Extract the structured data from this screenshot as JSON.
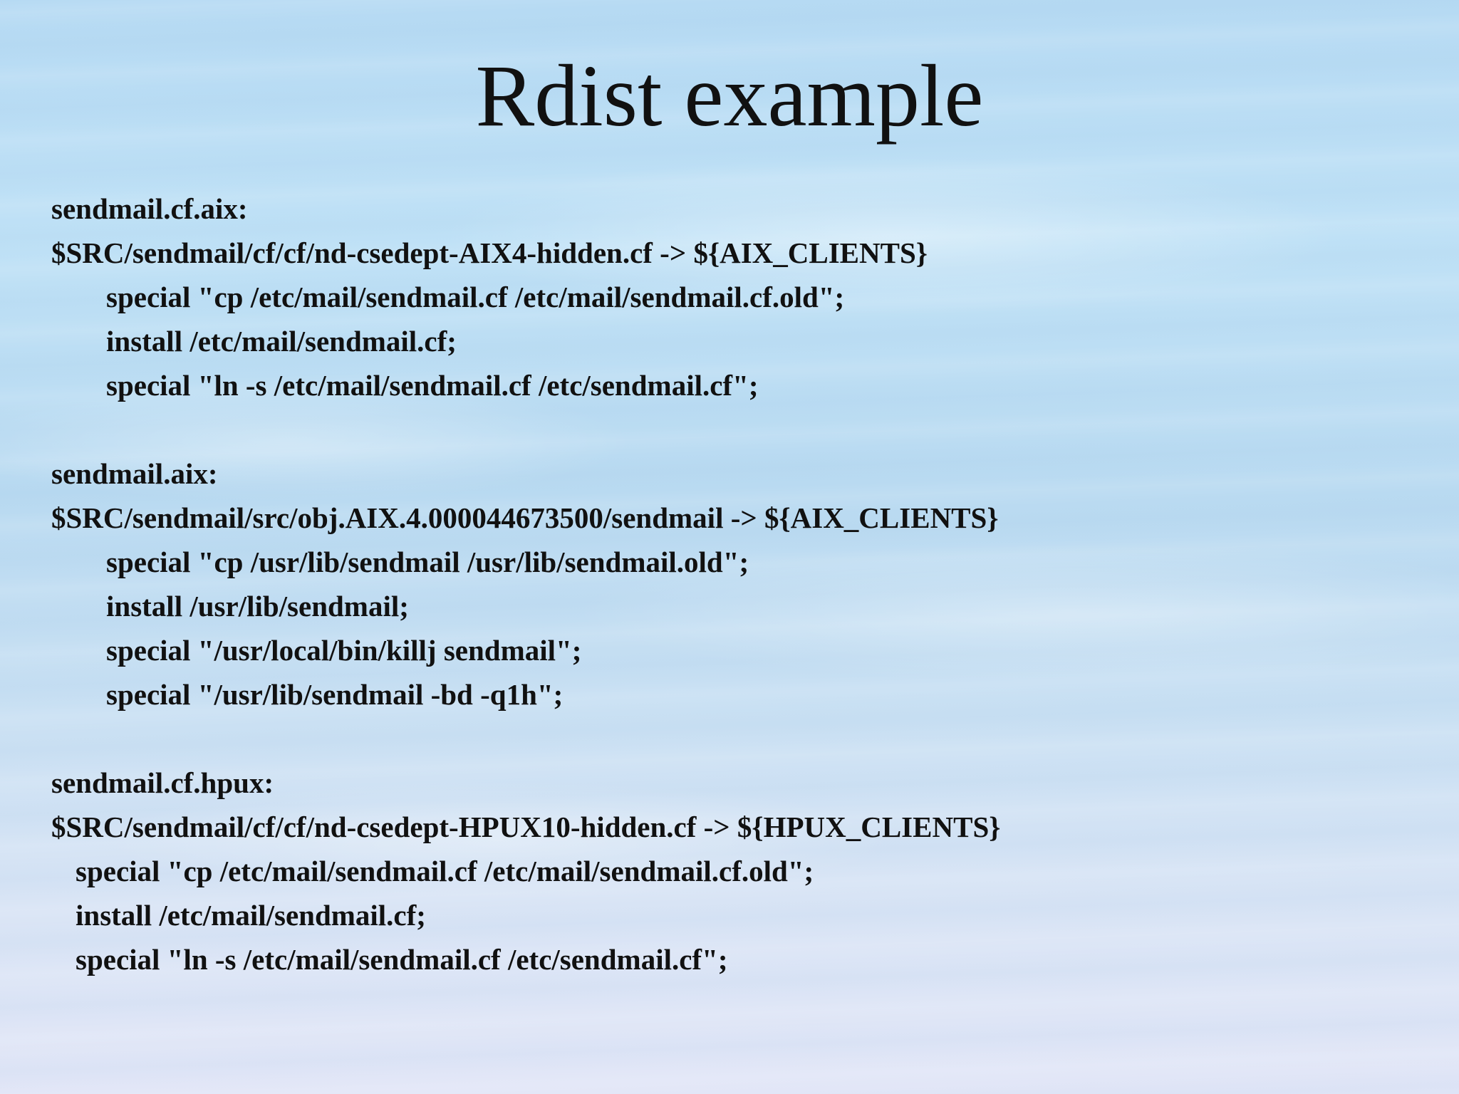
{
  "slide": {
    "title": "Rdist example",
    "blocks": [
      {
        "target": "sendmail.cf.aix:",
        "source": "$SRC/sendmail/cf/cf/nd-csedept-AIX4-hidden.cf -> ${AIX_CLIENTS}",
        "commands": [
          "special \"cp /etc/mail/sendmail.cf /etc/mail/sendmail.cf.old\";",
          "install /etc/mail/sendmail.cf;",
          "special \"ln -s /etc/mail/sendmail.cf /etc/sendmail.cf\";"
        ]
      },
      {
        "target": "sendmail.aix:",
        "source": "$SRC/sendmail/src/obj.AIX.4.000044673500/sendmail -> ${AIX_CLIENTS}",
        "commands": [
          "special \"cp /usr/lib/sendmail /usr/lib/sendmail.old\";",
          "install /usr/lib/sendmail;",
          "special \"/usr/local/bin/killj sendmail\";",
          "special \"/usr/lib/sendmail -bd -q1h\";"
        ]
      },
      {
        "target": "sendmail.cf.hpux:",
        "source": "$SRC/sendmail/cf/cf/nd-csedept-HPUX10-hidden.cf -> ${HPUX_CLIENTS}",
        "commands": [
          "special \"cp /etc/mail/sendmail.cf /etc/mail/sendmail.cf.old\";",
          "install /etc/mail/sendmail.cf;",
          "special \"ln -s /etc/mail/sendmail.cf /etc/sendmail.cf\";"
        ]
      }
    ]
  }
}
